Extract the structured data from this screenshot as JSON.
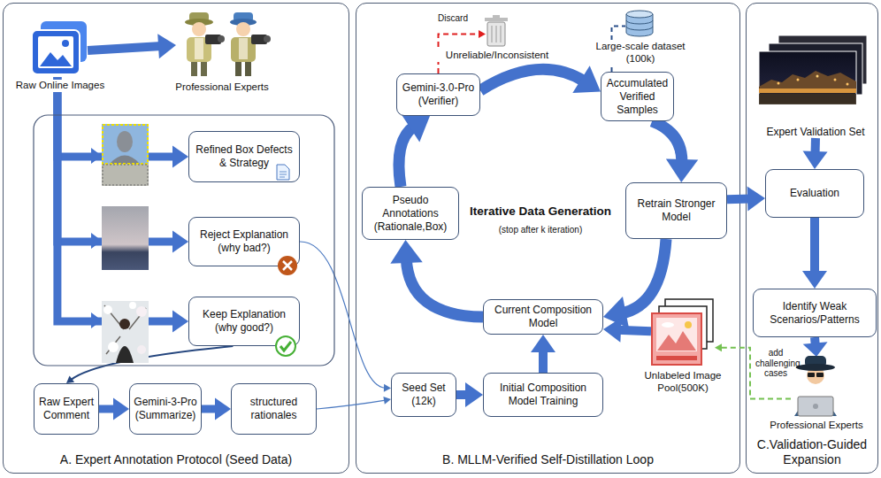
{
  "diagram": {
    "nodes": [
      {
        "text": [
          "A. Expert Annotation Protocol (Seed Data)"
        ]
      },
      {
        "text": [
          "Raw Online Images"
        ],
        "in": 0
      },
      {
        "text": [
          "Professional Experts"
        ],
        "in": 0
      },
      {
        "text": [
          "Refined Box Defects & Strategy"
        ],
        "in": 0
      },
      {
        "text": [
          "Reject Explanation (why bad?)"
        ],
        "in": 0
      },
      {
        "text": [
          "Keep Explanation (why good?)"
        ],
        "in": 0
      },
      {
        "text": [
          "Raw Expert Comment"
        ],
        "in": 0
      },
      {
        "text": [
          "Gemini-3-Pro (Summarize)"
        ],
        "in": 0
      },
      {
        "text": [
          "structured rationales"
        ],
        "in": 0
      },
      {
        "text": [
          "B. MLLM-Verified Self-Distillation Loop"
        ]
      },
      {
        "text": [
          "Gemini-3.0-Pro (Verifier)"
        ],
        "in": 9
      },
      {
        "text": [
          "Accumulated Verified Samples"
        ],
        "in": 9
      },
      {
        "text": [
          "Large-scale dataset (100k)"
        ],
        "in": 9
      },
      {
        "text": [
          "Pseudo Annotations (Rationale,Box)"
        ],
        "in": 9
      },
      {
        "text": [
          "Retrain Stronger Model"
        ],
        "in": 9
      },
      {
        "text": [
          "Current Composition Model"
        ],
        "in": 9
      },
      {
        "text": [
          "Seed Set (12k)"
        ],
        "in": 9
      },
      {
        "text": [
          "Initial Composition Model Training"
        ],
        "in": 9
      },
      {
        "text": [
          "Unlabeled Image Pool(500K)"
        ],
        "in": 9
      },
      {
        "text": [
          "Unreliable/Inconsistent"
        ],
        "in": 9
      },
      {
        "text": [
          "C.Validation-Guided Expansion"
        ]
      },
      {
        "text": [
          "Expert Validation Set"
        ],
        "in": 20
      },
      {
        "text": [
          "Evaluation"
        ],
        "in": 20
      },
      {
        "text": [
          "Identify Weak Scenarios/Patterns"
        ],
        "in": 20
      },
      {
        "text": [
          "Professional Experts"
        ],
        "in": 20
      }
    ],
    "edges": [
      {
        "from": 1,
        "to": 2,
        "arrow": "to"
      },
      {
        "from": 1,
        "to": 3,
        "arrow": "to"
      },
      {
        "from": 1,
        "to": 4,
        "arrow": "to"
      },
      {
        "from": 1,
        "to": 5,
        "arrow": "to"
      },
      {
        "from": 5,
        "to": 6,
        "arrow": "to"
      },
      {
        "from": 6,
        "to": 7,
        "arrow": "to"
      },
      {
        "from": 7,
        "to": 8,
        "arrow": "to"
      },
      {
        "from": 8,
        "to": 16,
        "arrow": "to"
      },
      {
        "from": 4,
        "to": 16,
        "arrow": "to"
      },
      {
        "from": 16,
        "to": 17,
        "arrow": "to"
      },
      {
        "from": 17,
        "to": 15,
        "arrow": "to"
      },
      {
        "from": 15,
        "to": 13,
        "arrow": "to"
      },
      {
        "from": 13,
        "to": 10,
        "arrow": "to"
      },
      {
        "from": 10,
        "to": 11,
        "arrow": "to"
      },
      {
        "from": 11,
        "to": 14,
        "arrow": "to"
      },
      {
        "from": 14,
        "to": 15,
        "arrow": "to"
      },
      {
        "from": 18,
        "to": 15,
        "arrow": "to"
      },
      {
        "from": 10,
        "to": 19,
        "label": "Discard",
        "arrow": "to"
      },
      {
        "from": 11,
        "to": 12,
        "arrow": "none"
      },
      {
        "from": 14,
        "to": 22,
        "arrow": "to"
      },
      {
        "from": 21,
        "to": 22,
        "arrow": "to"
      },
      {
        "from": 22,
        "to": 23,
        "arrow": "to"
      },
      {
        "from": 23,
        "to": 24,
        "arrow": "to"
      },
      {
        "from": 24,
        "to": 18,
        "label": "add challenging cases",
        "arrow": "to"
      }
    ],
    "labels": [
      "Iterative Data Generation",
      "(stop after k iteration)"
    ]
  }
}
